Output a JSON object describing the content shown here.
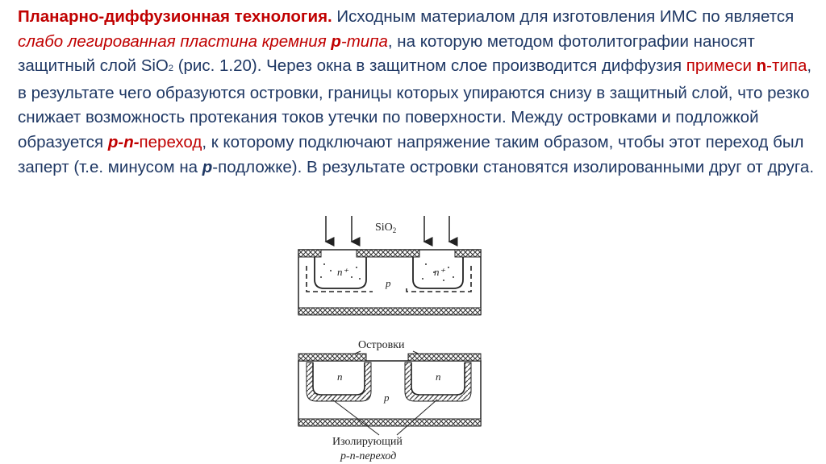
{
  "paragraph": {
    "title": "Планарно-диффузионная технология.",
    "t1": " Исходным материалом для изготовления ИМС по является ",
    "red1": "слабо легированная пластина кремния ",
    "red1b": "р",
    "red1c": "-типа",
    "t2": ", на которую методом фотолитографии наносят защитный слой SiO",
    "sub2": "2",
    "t3": " (рис. 1.20). Через окна в защитном слое производится диффузия ",
    "red2": "примеси ",
    "red2b": "n",
    "red2c": "-типа",
    "t4": ", в результате чего образуются островки, границы которых упираются снизу в защитный слой, что резко снижает возможность протекания токов утечки по поверхности. Между островками и подложкой образуется ",
    "red3a": "p-n-",
    "red3b": "переход",
    "t5": ", к которому подключают напряжение таким образом, чтобы этот переход был заперт (т.е. минусом на ",
    "t5b": "р",
    "t6": "-подложке). В результате островки становятся изолированными друг от друга."
  },
  "figure": {
    "top_label": "SiO",
    "top_label_sub": "2",
    "n_plus_left": "n⁺",
    "n_plus_right": "n⁺",
    "p_top": "p",
    "islands_label": "Островки",
    "n_left": "n",
    "n_right": "n",
    "p_bottom": "p",
    "caption_line1": "Изолирующий",
    "caption_line2": "p-n-переход"
  }
}
